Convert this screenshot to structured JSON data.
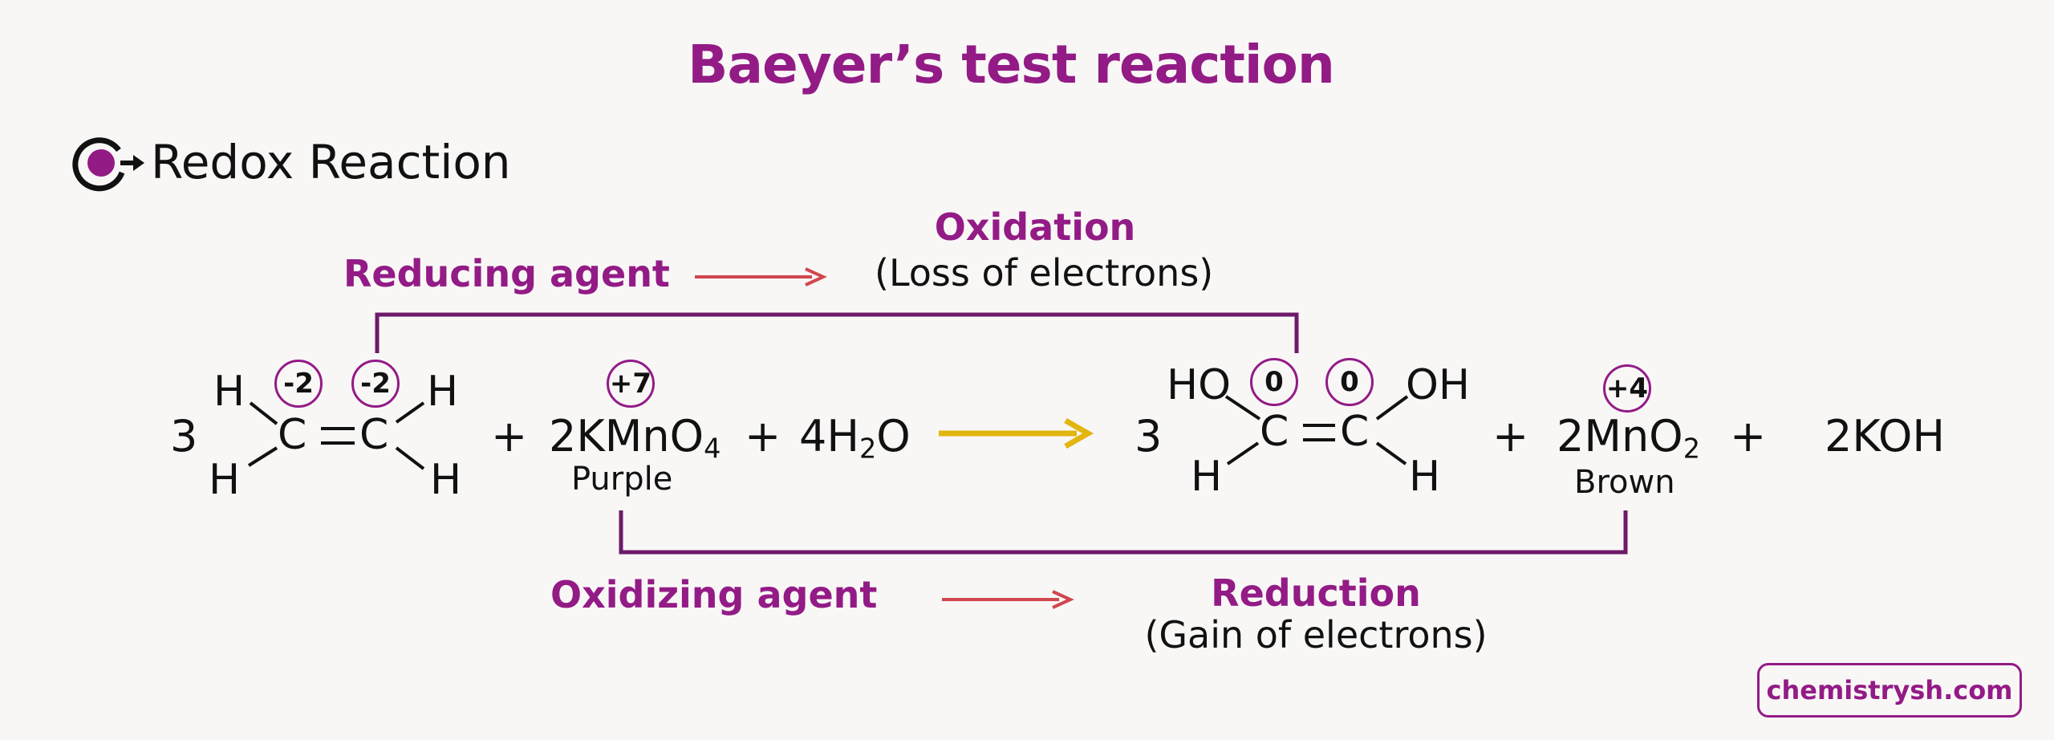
{
  "title": "Baeyer’s test reaction",
  "subtitle": "Redox Reaction",
  "colors": {
    "accent": "#931b86",
    "red_arrow": "#d1464e",
    "main_arrow": "#e3b50f"
  },
  "icons": {
    "section": "redox-cycle-icon"
  },
  "top_annotation": {
    "agent": "Reducing agent",
    "process": "Oxidation",
    "detail": "(Loss of electrons)"
  },
  "bottom_annotation": {
    "agent": "Oxidizing agent",
    "process": "Reduction",
    "detail": "(Gain of electrons)"
  },
  "reactants": {
    "ethene_coefficient": "3",
    "ethene_atoms": {
      "h_top_left": "H",
      "h_bottom_left": "H",
      "c_left": "C",
      "c_right": "C",
      "h_top_right": "H",
      "h_bottom_right": "H"
    },
    "ethene_ox_left": "-2",
    "ethene_ox_right": "-2",
    "plus_1": "+",
    "kmno4_text": "2KMnO",
    "kmno4_sub": "4",
    "kmno4_ox": "+7",
    "kmno4_color": "Purple",
    "plus_2": "+",
    "water_text": "4H",
    "water_sub": "2",
    "water_tail": "O"
  },
  "products": {
    "glycol_coefficient": "3",
    "glycol_atoms": {
      "ho": "HO",
      "oh": "OH",
      "c_left": "C",
      "c_right": "C",
      "h_left": "H",
      "h_right": "H"
    },
    "glycol_ox_left": "0",
    "glycol_ox_right": "0",
    "plus_3": "+",
    "mno2_text": "2MnO",
    "mno2_sub": "2",
    "mno2_ox": "+4",
    "mno2_color": "Brown",
    "plus_4": "+",
    "koh": "2KOH"
  },
  "footer": {
    "website": "chemistrysh.com"
  }
}
